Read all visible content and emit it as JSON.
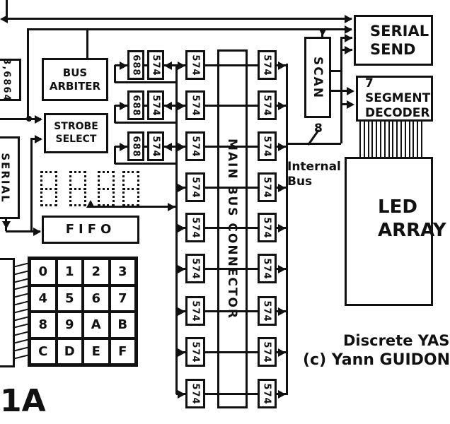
{
  "blocks": {
    "crystal": "3,6864",
    "serial": "SERIAL",
    "bus_arbiter": "BUS\nARBITER",
    "strobe_select": "STROBE\nSELECT",
    "fifo": "FIFO",
    "main_bus_connector": "MAIN BUS CONNECTOR",
    "scan": "SCAN",
    "serial_send": "SERIAL\nSEND",
    "seven_segment_decoder": "7 SEGMENT\nDECODER",
    "led_array": "LED\nARRAY",
    "keyboard_controller": ""
  },
  "chips": {
    "comparator": "688",
    "register": "574"
  },
  "display": {
    "digits": [
      "8",
      "8",
      "8",
      "8"
    ]
  },
  "keypad": {
    "keys": [
      "0",
      "1",
      "2",
      "3",
      "4",
      "5",
      "6",
      "7",
      "8",
      "9",
      "A",
      "B",
      "C",
      "D",
      "E",
      "F"
    ]
  },
  "annotations": {
    "internal_bus": "Internal\nBus",
    "bus_width": "8",
    "project": "Discrete YAS",
    "copyright": "(c) Yann GUIDON",
    "figure": "1A"
  },
  "colors": {
    "ink": "#111111",
    "paper": "#ffffff"
  }
}
